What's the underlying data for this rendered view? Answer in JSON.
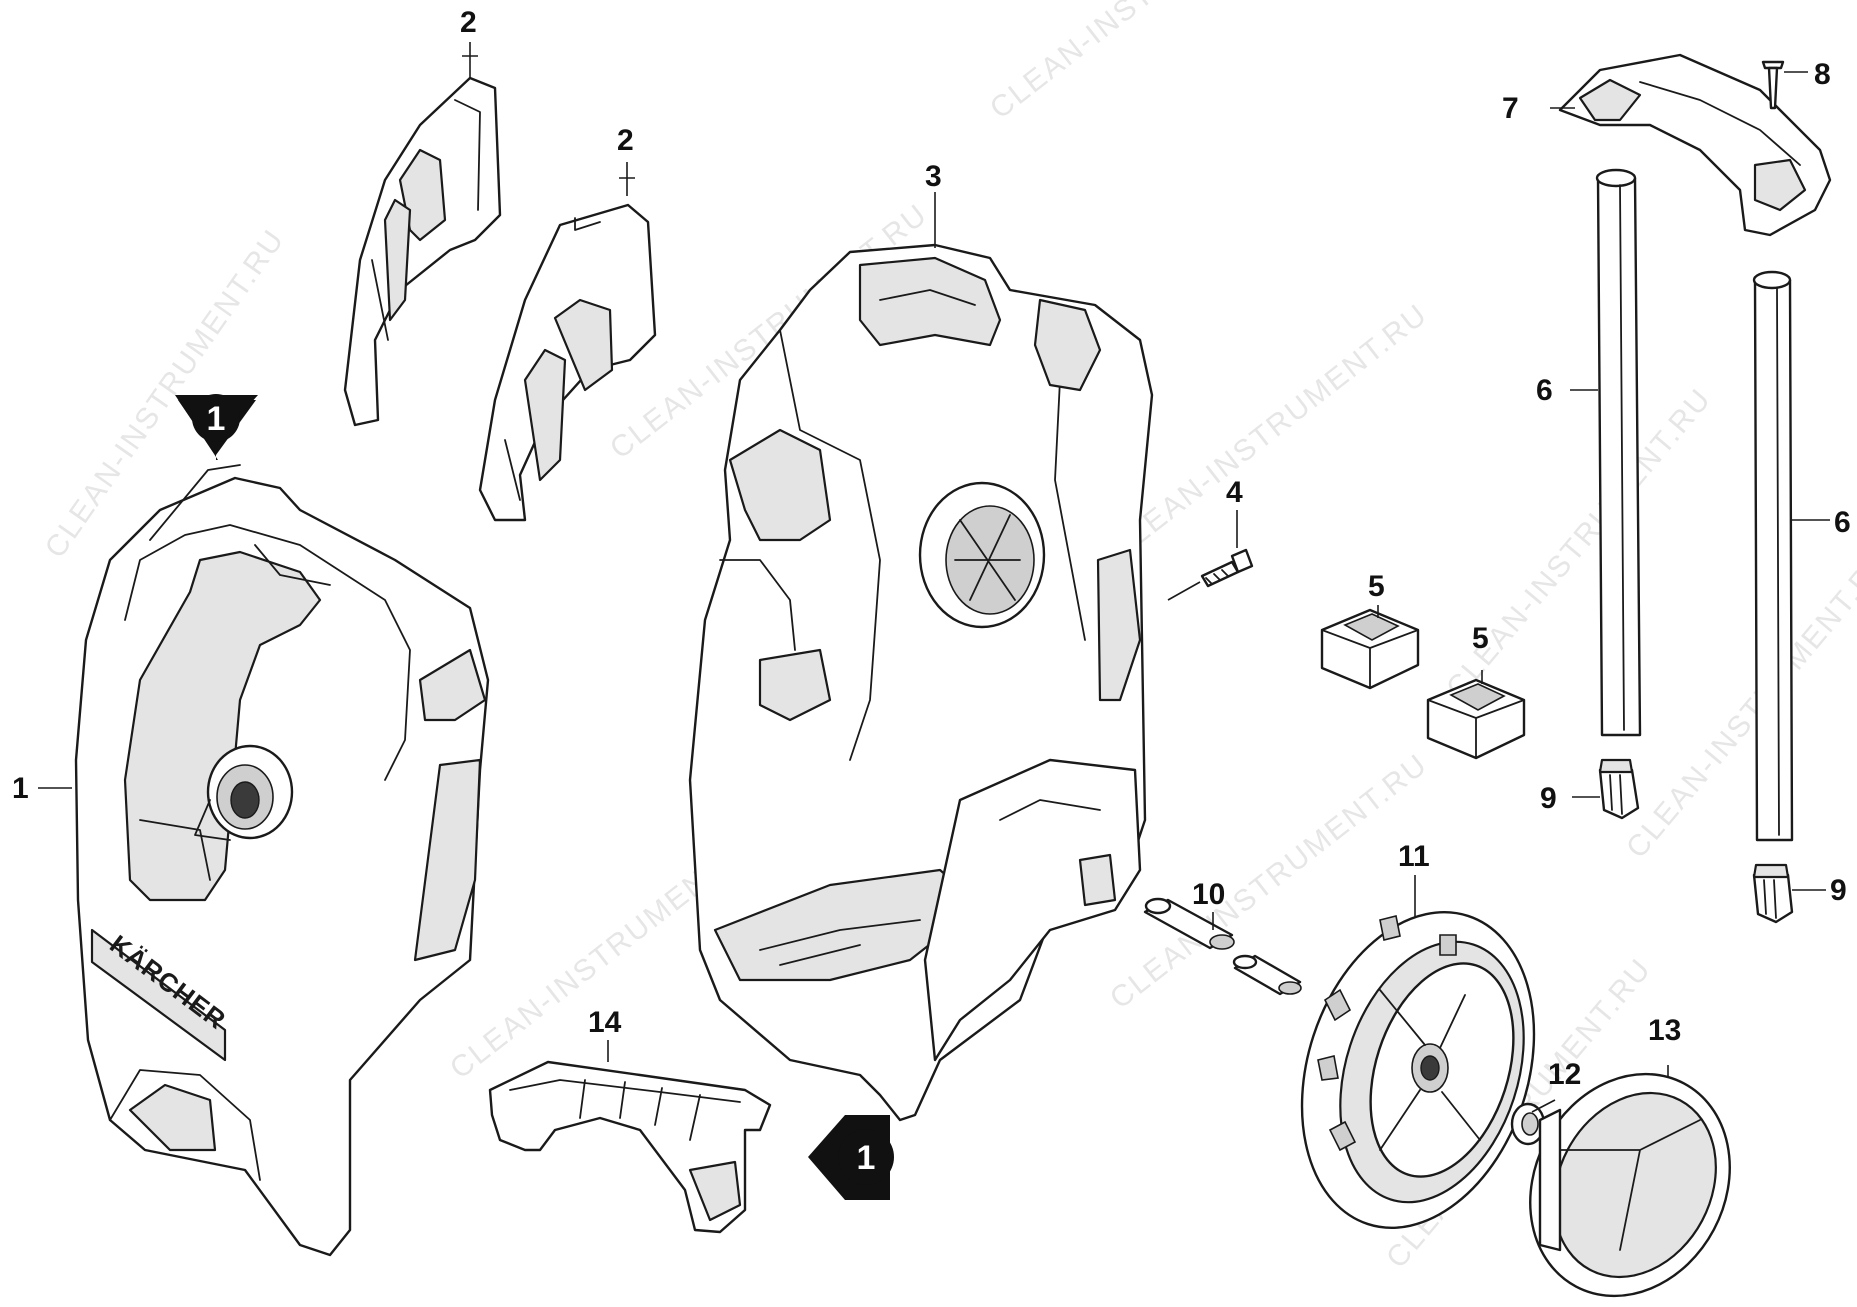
{
  "watermark": "CLEAN-INSTRUMENT.RU",
  "brand": "KÄRCHER",
  "direction_badge": "1",
  "callouts": {
    "c1": "1",
    "c2a": "2",
    "c2b": "2",
    "c3": "3",
    "c4": "4",
    "c5a": "5",
    "c5b": "5",
    "c6a": "6",
    "c6b": "6",
    "c7": "7",
    "c8": "8",
    "c9a": "9",
    "c9b": "9",
    "c10": "10",
    "c11": "11",
    "c12": "12",
    "c13": "13",
    "c14": "14"
  },
  "colors": {
    "line": "#1a1a1a",
    "fill": "#ffffff",
    "shade": "#e4e4e4"
  }
}
